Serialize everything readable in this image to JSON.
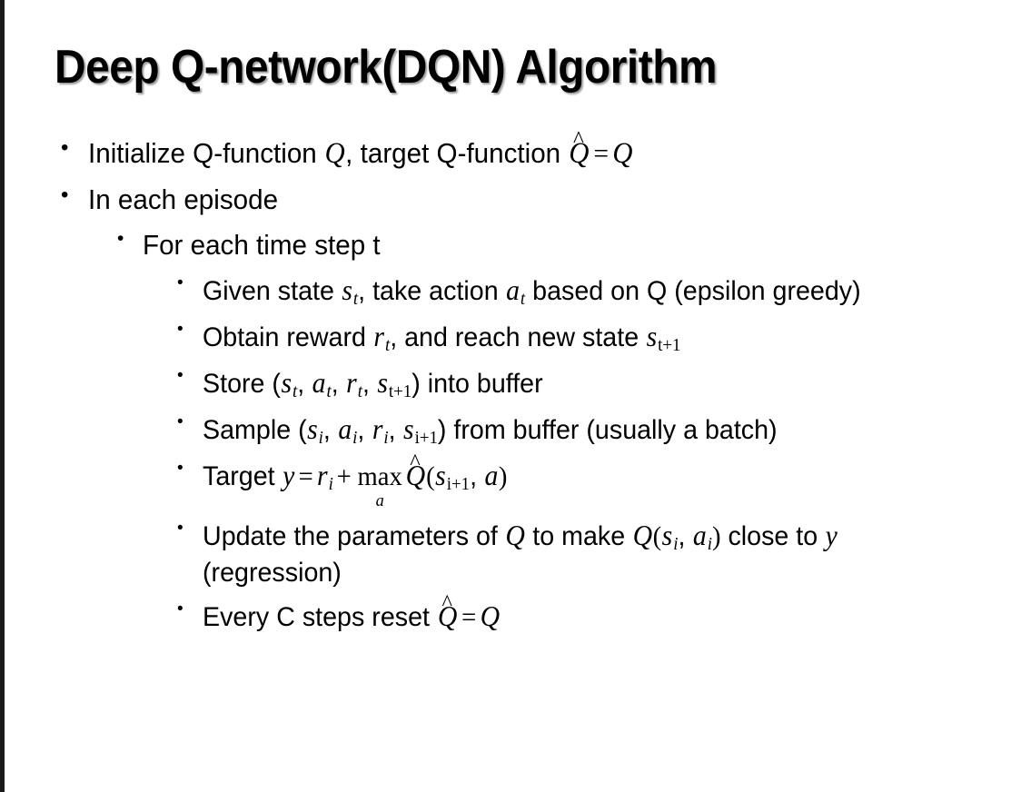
{
  "slide": {
    "title": "Deep Q-network(DQN) Algorithm",
    "background_color": "#ffffff",
    "text_color": "#000000",
    "border_color": "#1a1a1a"
  },
  "bullets": {
    "b1": {
      "marker": "•",
      "level": 1,
      "pre": "Initialize Q-function ",
      "var_q1": "Q",
      "mid": ", target Q-function ",
      "qhat": "Q",
      "hat": "^",
      "eq": "=",
      "var_q2": "Q"
    },
    "b2": {
      "marker": "•",
      "level": 1,
      "text": "In each episode"
    },
    "b3": {
      "marker": "•",
      "level": 2,
      "text": "For each time step t"
    },
    "b4": {
      "marker": "•",
      "level": 3,
      "pre": "Given state ",
      "var_s": "s",
      "sub_s": "t",
      "mid": ", take action ",
      "var_a": "a",
      "sub_a": "t",
      "post": " based on Q (epsilon greedy)"
    },
    "b5": {
      "marker": "•",
      "level": 3,
      "pre": "Obtain reward ",
      "var_r": "r",
      "sub_r": "t",
      "mid": ", and reach new state ",
      "var_s": "s",
      "sub_s": "t+1"
    },
    "b6": {
      "marker": "•",
      "level": 3,
      "pre": "Store (",
      "var_s1": "s",
      "sub_s1": "t",
      "c1": ", ",
      "var_a": "a",
      "sub_a": "t",
      "c2": ", ",
      "var_r": "r",
      "sub_r": "t",
      "c3": ", ",
      "var_s2": "s",
      "sub_s2": "t+1",
      "post": ") into buffer"
    },
    "b7": {
      "marker": "•",
      "level": 3,
      "pre": "Sample (",
      "var_s1": "s",
      "sub_s1": "i",
      "c1": ", ",
      "var_a": "a",
      "sub_a": "i",
      "c2": ", ",
      "var_r": "r",
      "sub_r": "i",
      "c3": ", ",
      "var_s2": "s",
      "sub_s2": "i+1",
      "post": ") from buffer (usually a batch)"
    },
    "b8": {
      "marker": "•",
      "level": 3,
      "pre": "Target ",
      "var_y": "y",
      "eq": "=",
      "var_r": "r",
      "sub_r": "i",
      "plus": "+",
      "max_base": "max",
      "max_under": "a",
      "qhat": "Q",
      "hat": "^",
      "open": "(",
      "var_s": "s",
      "sub_s": "i+1",
      "comma": ", ",
      "var_a": "a",
      "close": ")"
    },
    "b9": {
      "marker": "•",
      "level": 3,
      "pre": "Update the parameters of ",
      "var_q1": "Q",
      "mid": " to make ",
      "var_q2": "Q",
      "open": "(",
      "var_s": "s",
      "sub_s": "i",
      "comma": ", ",
      "var_a": "a",
      "sub_a": "i",
      "close": ")",
      "post": " close to ",
      "var_y": "y",
      "tail": " (regression)"
    },
    "b10": {
      "marker": "•",
      "level": 3,
      "pre": "Every C steps reset ",
      "qhat": "Q",
      "hat": "^",
      "eq": "=",
      "var_q": "Q"
    }
  }
}
